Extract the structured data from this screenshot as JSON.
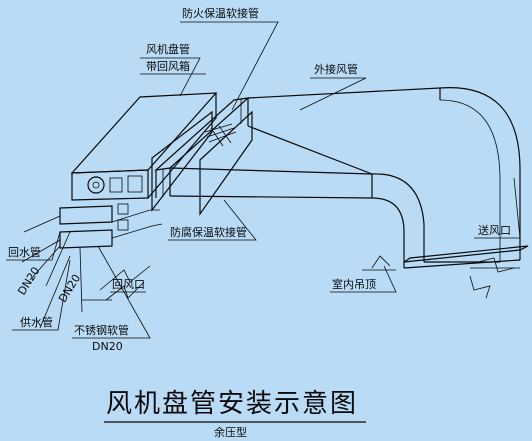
{
  "diagram": {
    "title": "风机盘管安装示意图",
    "subtitle": "余压型",
    "labels": {
      "fire_hose": "防火保温软接管",
      "fan_coil": "风机盘管",
      "return_box": "带回风箱",
      "outer_duct": "外接风管",
      "anticorr_hose": "防腐保温软接管",
      "return_pipe": "回水管",
      "supply_pipe": "供水管",
      "dn20_a": "DN20",
      "dn20_b": "DN20",
      "steel_hose": "不锈钢软管",
      "steel_dn": "DN20",
      "return_air": "回风口",
      "ceiling": "室内吊顶",
      "supply_air": "送风口"
    },
    "colors": {
      "background": "#b9dbf6",
      "line": "#0a0a0a"
    }
  }
}
